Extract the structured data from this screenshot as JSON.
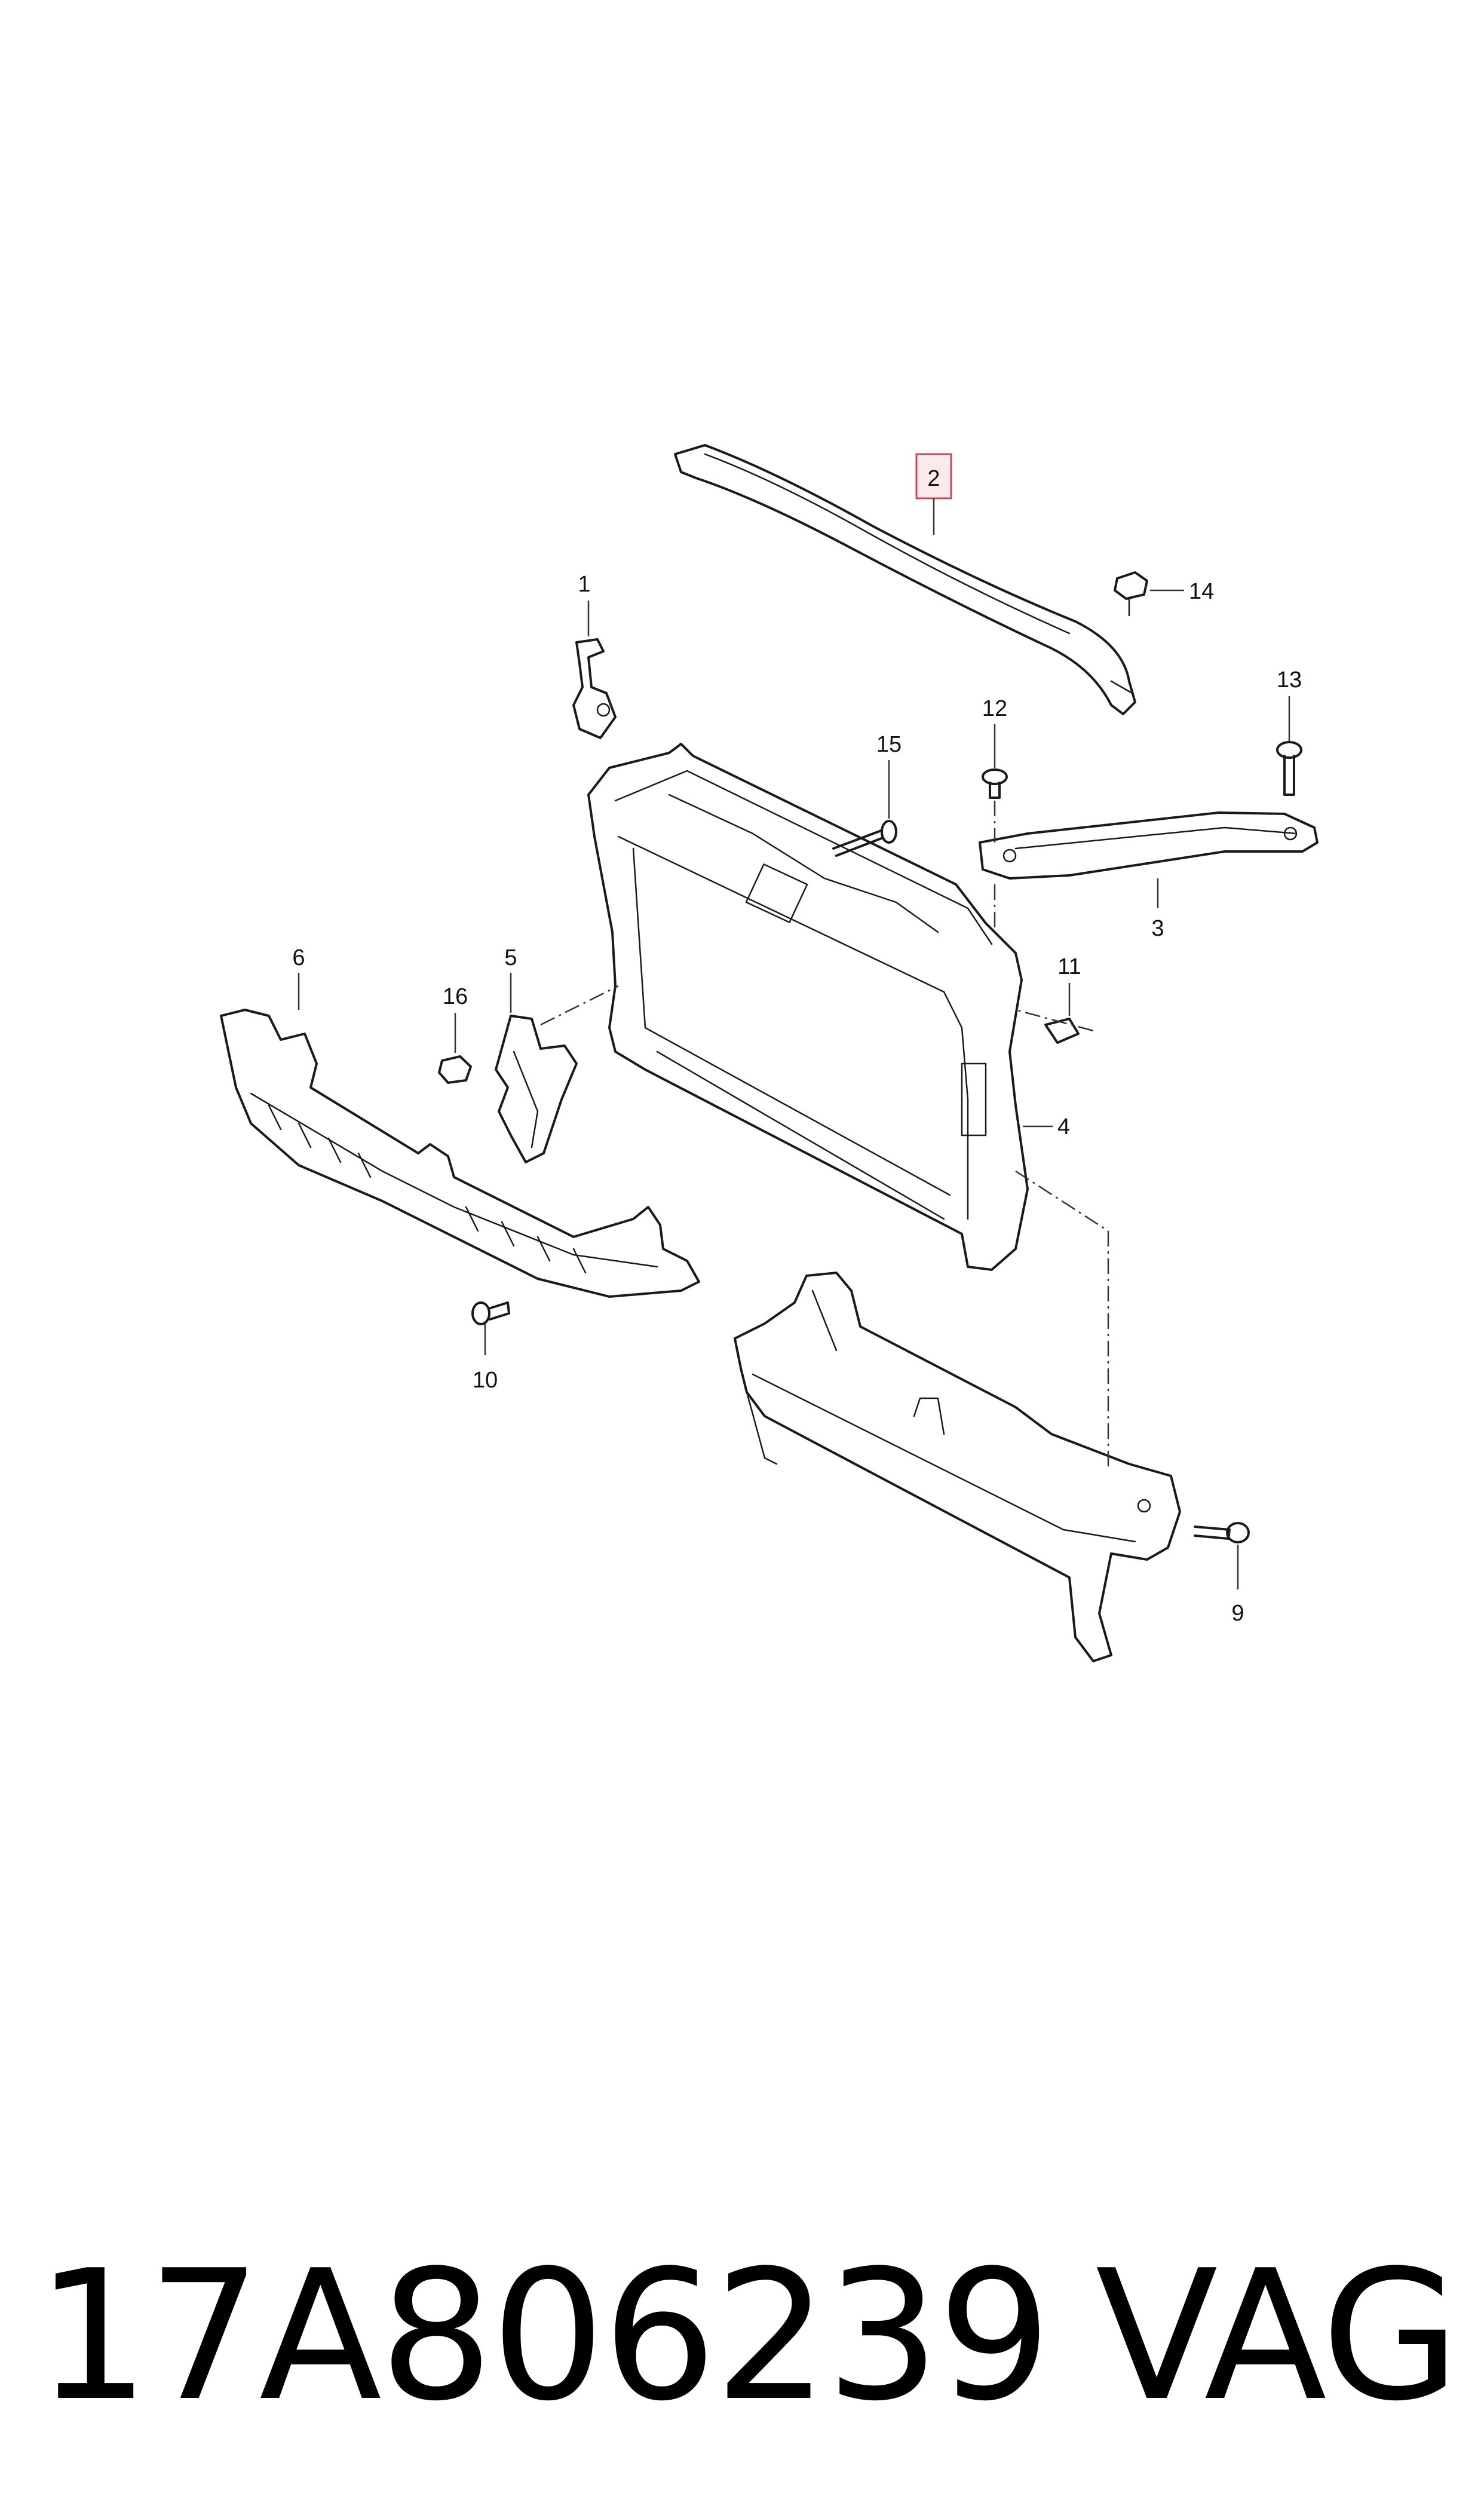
{
  "callouts": {
    "c1": "1",
    "c2": "2",
    "c3": "3",
    "c4": "4",
    "c5": "5",
    "c6": "6",
    "c9": "9",
    "c10": "10",
    "c11": "11",
    "c12": "12",
    "c13": "13",
    "c14": "14",
    "c15": "15",
    "c16": "16"
  },
  "highlighted_part": "2",
  "footer": {
    "part_number": "17A806239",
    "brand": "VAG"
  },
  "colors": {
    "line": "#1a1a1a",
    "highlight_fill": "#fbe9ec",
    "highlight_stroke": "#c24b5e",
    "background": "#ffffff"
  }
}
